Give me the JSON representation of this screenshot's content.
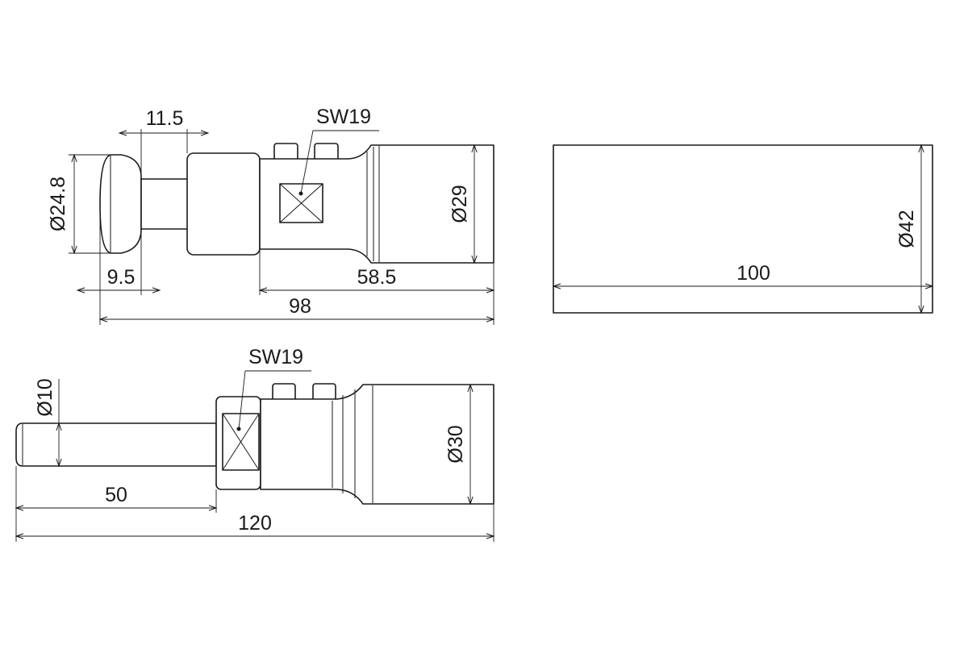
{
  "top_view": {
    "dims": {
      "width_11_5": "11.5",
      "wrench": "SW19",
      "dia_head": "Ø24.8",
      "dia_body": "Ø29",
      "len_9_5": "9.5",
      "len_58_5": "58.5",
      "len_total": "98"
    }
  },
  "side_view": {
    "dims": {
      "dia_cyl": "Ø42",
      "len_cyl": "100"
    }
  },
  "bottom_view": {
    "dims": {
      "wrench": "SW19",
      "dia_pin": "Ø10",
      "dia_body": "Ø30",
      "len_pin": "50",
      "len_total": "120"
    }
  }
}
